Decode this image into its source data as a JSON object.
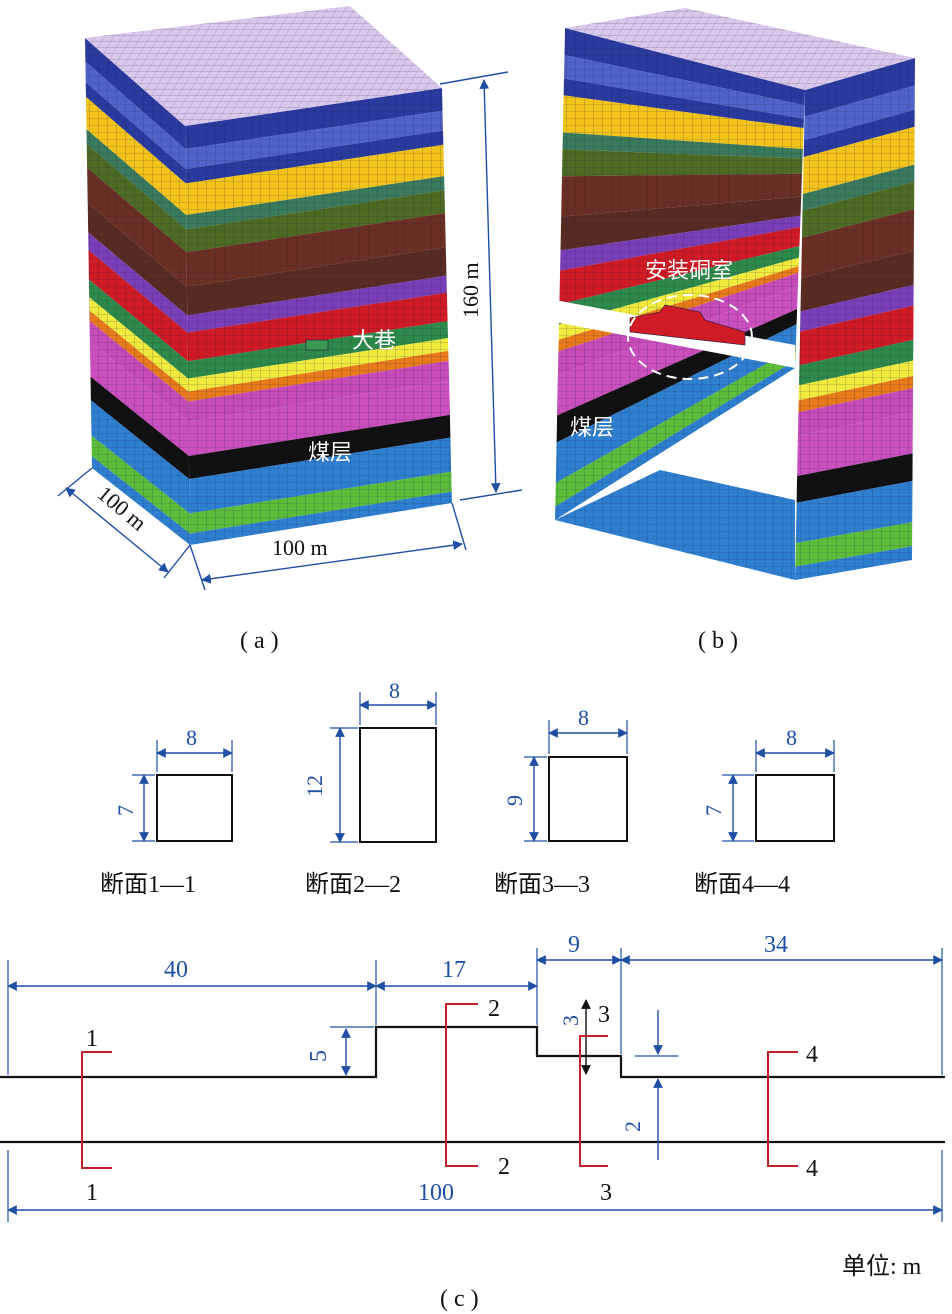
{
  "colors": {
    "dimension_blue": "#1f4fa5",
    "section_red": "#c0202a",
    "outline_black": "#111111",
    "mesh_line": "#1a1a40"
  },
  "strata_top_to_bottom": [
    "#d9c8ec",
    "#2b3a9e",
    "#4f63c8",
    "#2b3a9e",
    "#f2c318",
    "#3a7a5c",
    "#4d6b22",
    "#6b2f24",
    "#5a2b22",
    "#7a3fb8",
    "#d01a24",
    "#2e8a4a",
    "#f0ea3c",
    "#e87a1a",
    "#c64ab8",
    "#cc4fbf",
    "#101010",
    "#2f7fd0",
    "#5bbd3a",
    "#2f7fd0"
  ],
  "panel_a": {
    "caption": "( a )",
    "label_roadway": "大巷",
    "label_coal": "煤层",
    "dim_height": "160 m",
    "dim_width": "100 m",
    "dim_depth": "100 m"
  },
  "panel_b": {
    "caption": "( b )",
    "label_chamber": "安装硐室",
    "label_coal": "煤层"
  },
  "sections": [
    {
      "name": "断面1—1",
      "width": "8",
      "height": "7"
    },
    {
      "name": "断面2—2",
      "width": "8",
      "height": "12"
    },
    {
      "name": "断面3—3",
      "width": "8",
      "height": "9"
    },
    {
      "name": "断面4—4",
      "width": "8",
      "height": "7"
    }
  ],
  "plan_view": {
    "caption": "( c )",
    "unit": "单位: m",
    "dims": {
      "d40": "40",
      "d17": "17",
      "d9": "9",
      "d34": "34",
      "d5": "5",
      "d3": "3",
      "d2": "2",
      "d100": "100"
    },
    "cut_marks": [
      "1",
      "1",
      "2",
      "2",
      "3",
      "3",
      "4",
      "4"
    ]
  }
}
